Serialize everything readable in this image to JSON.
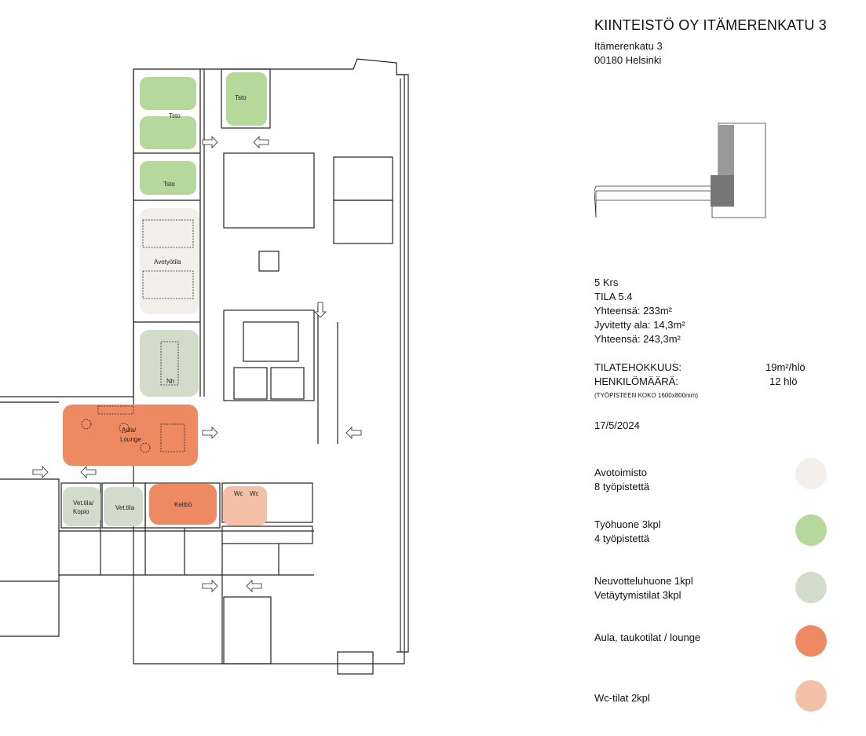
{
  "header": {
    "title": "KIINTEISTÖ OY ITÄMERENKATU 3",
    "street": "Itämerenkatu 3",
    "city": "00180 Helsinki"
  },
  "plan_labels": {
    "tsto": "Tsto",
    "avotyotila": "Avotyötila",
    "nh": "Nh",
    "aula_1": "Aula/",
    "aula_2": "Lounge",
    "vet_kopio_1": "Vet.tila/",
    "vet_kopio_2": "Kopio",
    "vet_tila": "Vet.tila",
    "keittio": "Keittiö",
    "wc": "Wc"
  },
  "info": {
    "floor": "5 Krs",
    "space": "TILA 5.4",
    "total_1": "Yhteensä: 233m²",
    "allocated": "Jyvitetty ala: 14,3m²",
    "total_2": "Yhteensä: 243,3m²",
    "efficiency_label": "TILATEHOKKUUS:",
    "efficiency_value": "19m²/hlö",
    "headcount_label": "HENKILÖMÄÄRÄ:",
    "headcount_value": "12 hlö",
    "workstation_note": "(TYÖPISTEEN KOKO 1600x800mm)",
    "date": "17/5/2024"
  },
  "legend": [
    {
      "line1": "Avotoimisto",
      "line2": "8 työpistettä",
      "color": "#f3efea"
    },
    {
      "line1": "Työhuone 3kpl",
      "line2": "4 työpistettä",
      "color": "#b6d89b"
    },
    {
      "line1": "Neuvotteluhuone 1kpl",
      "line2": "Vetäytymistilat 3kpl",
      "color": "#d3dccb"
    },
    {
      "line1": "Aula, taukotilat / lounge",
      "line2": "",
      "color": "#ee8a62"
    },
    {
      "line1": "Wc-tilat 2kpl",
      "line2": "",
      "color": "#f5c0a8"
    }
  ]
}
